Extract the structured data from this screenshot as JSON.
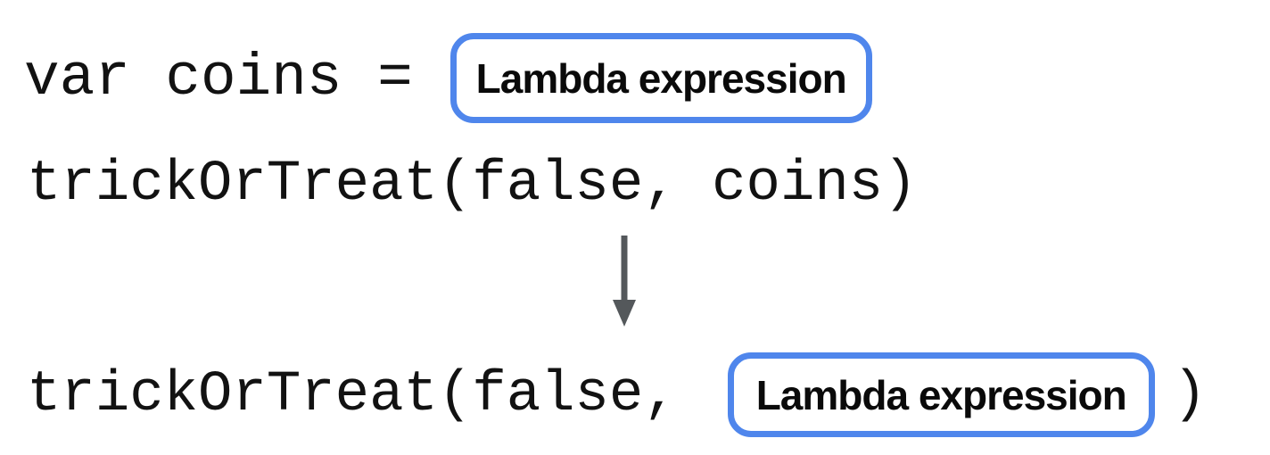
{
  "diagram": {
    "description": "lambda-expression-substitution",
    "line1": {
      "code": "var coins =",
      "pill_label": "Lambda expression"
    },
    "line2": {
      "code": "trickOrTreat(false, coins)"
    },
    "arrow": {
      "direction": "down"
    },
    "line3": {
      "code_before": "trickOrTreat(false,",
      "pill_label": "Lambda expression",
      "code_after": ")"
    },
    "colors": {
      "pill_border": "#4f86ec",
      "code_text": "#121212",
      "label_text": "#0a0a0a",
      "arrow": "#54585b",
      "background": "#ffffff"
    }
  }
}
